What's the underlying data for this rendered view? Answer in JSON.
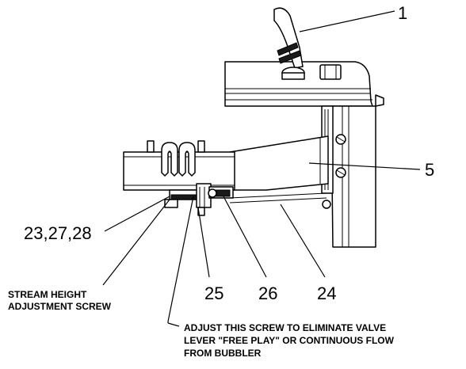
{
  "callouts": {
    "c1": "1",
    "c5": "5",
    "c23": "23,27,28",
    "c25": "25",
    "c26": "26",
    "c24": "24"
  },
  "notes": {
    "stream_line1": "STREAM HEIGHT",
    "stream_line2": "ADJUSTMENT SCREW",
    "adjust_line1": "ADJUST THIS SCREW TO ELIMINATE VALVE",
    "adjust_line2": "LEVER \"FREE PLAY\" OR CONTINUOUS FLOW",
    "adjust_line3": "FROM BUBBLER"
  }
}
